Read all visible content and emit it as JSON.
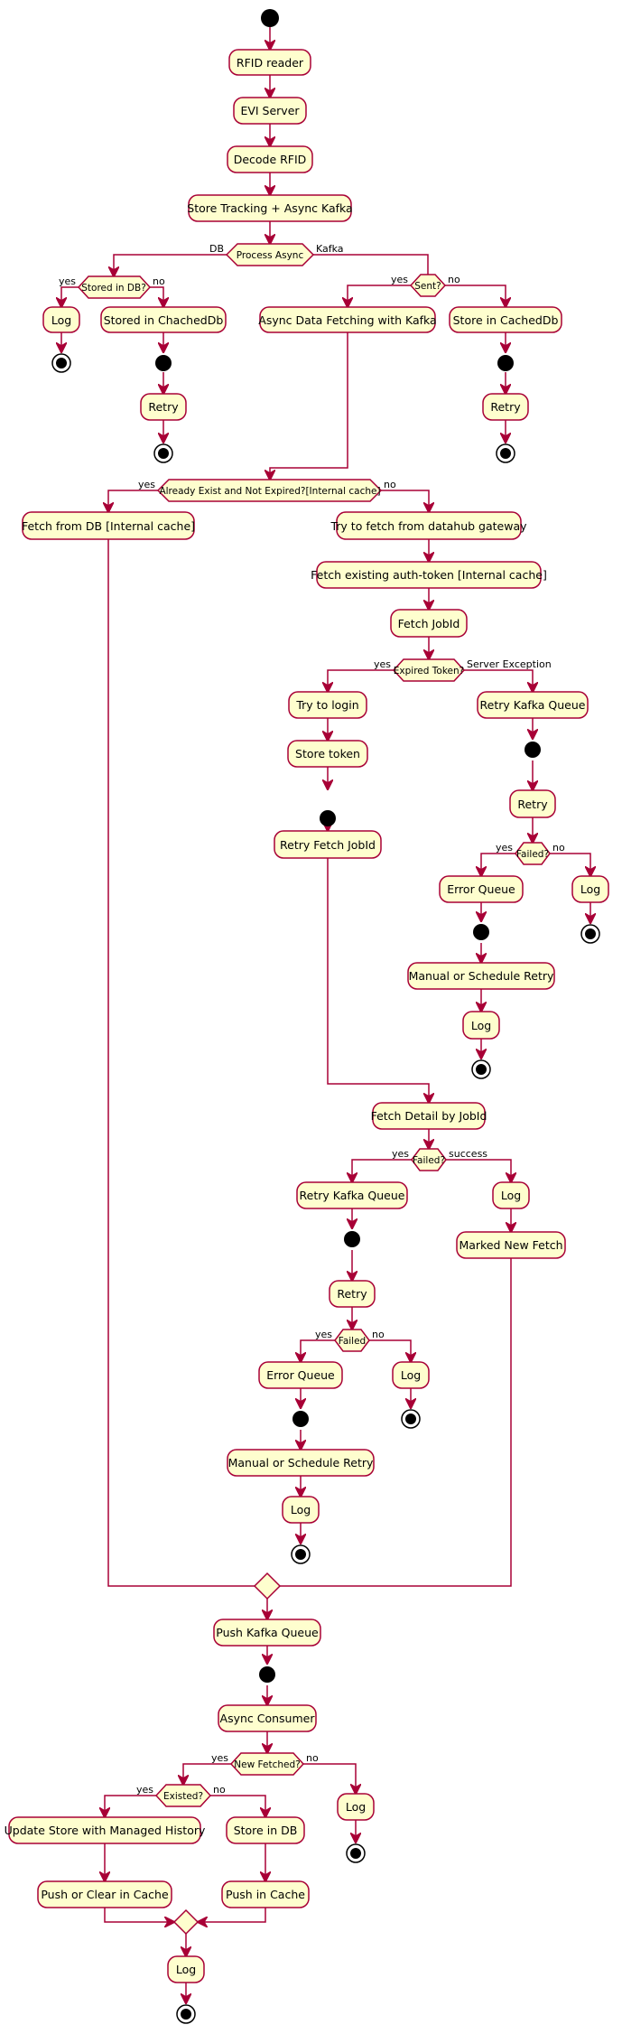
{
  "colors": {
    "node_fill": "#FEFECE",
    "node_stroke": "#A80036",
    "edge": "#A80036",
    "start": "#000000"
  },
  "nodes": {
    "rfid_reader": "RFID reader",
    "evi_server": "EVI Server",
    "decode_rfid": "Decode RFID",
    "store_tracking": "Store Tracking + Async Kafka",
    "process_async": "Process Async",
    "stored_in_db_q": "Stored in DB?",
    "log_a": "Log",
    "stored_chached": "Stored in ChachedDb",
    "retry_a": "Retry",
    "sent_q": "Sent?",
    "async_fetch": "Async Data Fetching with Kafka",
    "store_cached": "Store in CachedDb",
    "retry_b": "Retry",
    "exist_q": "Already Exist and Not Expired?[Internal cache]",
    "fetch_db": "Fetch from DB [Internal cache]",
    "try_fetch": "Try to fetch from datahub gateway",
    "fetch_token": "Fetch existing auth-token [Internal cache]",
    "fetch_jobid": "Fetch JobId",
    "expired_q": "Expired Token?",
    "try_login": "Try to login",
    "store_token": "Store token",
    "retry_fetch_jobid": "Retry Fetch JobId",
    "retry_kafka_1": "Retry Kafka Queue",
    "retry_c": "Retry",
    "failed_q1": "Failed?",
    "error_queue_1": "Error Queue",
    "log_b": "Log",
    "manual_retry_1": "Manual or Schedule Retry",
    "log_c": "Log",
    "fetch_detail": "Fetch Detail by JobId",
    "failed_q2": "Failed?",
    "retry_kafka_2": "Retry Kafka Queue",
    "log_d": "Log",
    "marked_new": "Marked New Fetch",
    "retry_d": "Retry",
    "failed_q3": "Failed",
    "error_queue_2": "Error Queue",
    "log_e": "Log",
    "manual_retry_2": "Manual or Schedule Retry",
    "log_f": "Log",
    "push_kafka": "Push Kafka Queue",
    "async_consumer": "Async Consumer",
    "new_fetched_q": "New Fetched?",
    "existed_q": "Existed?",
    "update_store": "Update Store with Managed History",
    "store_in_db": "Store in DB",
    "log_g": "Log",
    "push_clear": "Push or Clear in Cache",
    "push_cache": "Push in Cache",
    "log_h": "Log"
  },
  "labels": {
    "db": "DB",
    "kafka": "Kafka",
    "yes": "yes",
    "no": "no",
    "server_exception": "Server Exception",
    "success": "success"
  }
}
